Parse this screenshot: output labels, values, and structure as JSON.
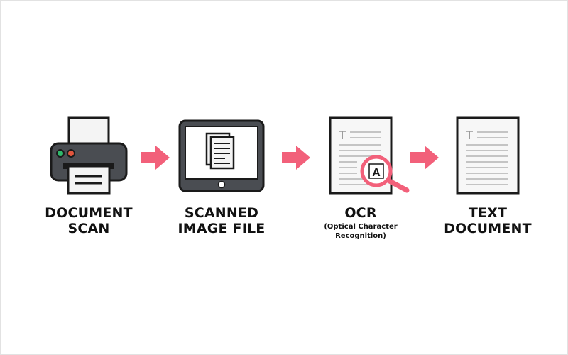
{
  "steps": [
    {
      "icon": "printer-icon",
      "label_lines": [
        "DOCUMENT",
        "SCAN"
      ]
    },
    {
      "icon": "tablet-icon",
      "label_lines": [
        "SCANNED",
        "IMAGE FILE"
      ]
    },
    {
      "icon": "magnifier-document-icon",
      "label_lines": [
        "OCR"
      ],
      "sublabel_lines": [
        "(Optical Character",
        "Recognition)"
      ],
      "glyph": "A",
      "page_letter": "T"
    },
    {
      "icon": "text-document-icon",
      "label_lines": [
        "TEXT",
        "DOCUMENT"
      ],
      "page_letter": "T"
    }
  ],
  "colors": {
    "arrow": "#f2607a",
    "outline": "#1a1a1a",
    "printer_body": "#4a4d52",
    "paper": "#f4f4f4",
    "led_green": "#2fb86b",
    "led_red": "#e2553d",
    "magnifier": "#f2607a",
    "text_lines": "#c4c4c4"
  }
}
